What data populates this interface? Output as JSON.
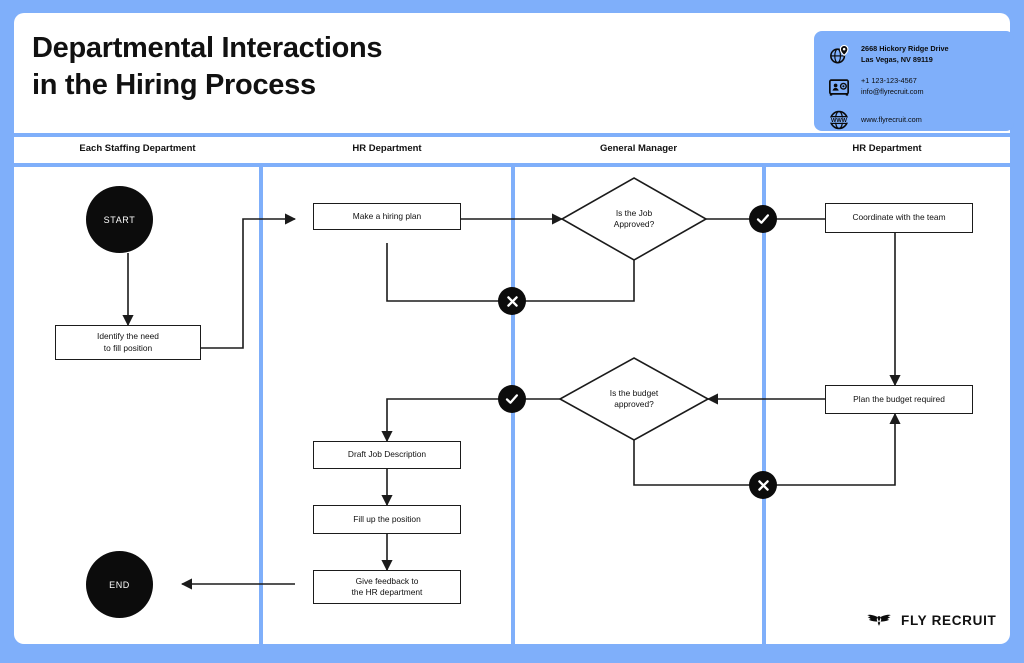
{
  "header": {
    "title": "Departmental Interactions\nin the Hiring Process"
  },
  "contact": {
    "address_icon": "globe-pin-icon",
    "address": "2668 Hickory Ridge Drive\nLas Vegas, NV 89119",
    "card_icon": "contact-card-icon",
    "phone_email": "+1 123-123-4567\ninfo@flyrecruit.com",
    "web_icon": "www-globe-icon",
    "website": "www.flyrecruit.com"
  },
  "lanes": [
    {
      "label": "Each Staffing Department"
    },
    {
      "label": "HR Department"
    },
    {
      "label": "General Manager"
    },
    {
      "label": "HR Department"
    }
  ],
  "nodes": {
    "start": "START",
    "identify_need": "Identify the need\nto fill position",
    "make_plan": "Make a hiring plan",
    "job_approved": "Is the Job\nApproved?",
    "coordinate_team": "Coordinate with the team",
    "plan_budget": "Plan the budget required",
    "budget_approved": "Is the budget\napproved?",
    "draft_jd": "Draft Job Description",
    "fill_position": "Fill up the position",
    "give_feedback": "Give feedback to\nthe HR department",
    "end": "END"
  },
  "badges": {
    "reject_job": "cross-badge-icon",
    "approve_job": "check-badge-icon",
    "approve_budget": "check-badge-icon",
    "reject_budget": "cross-badge-icon"
  },
  "footer": {
    "logo_icon": "eagle-logo-icon",
    "brand": "FLY RECRUIT"
  },
  "colors": {
    "frame_blue": "#7FAFFA",
    "ink": "#111111",
    "panel_white": "#ffffff"
  }
}
